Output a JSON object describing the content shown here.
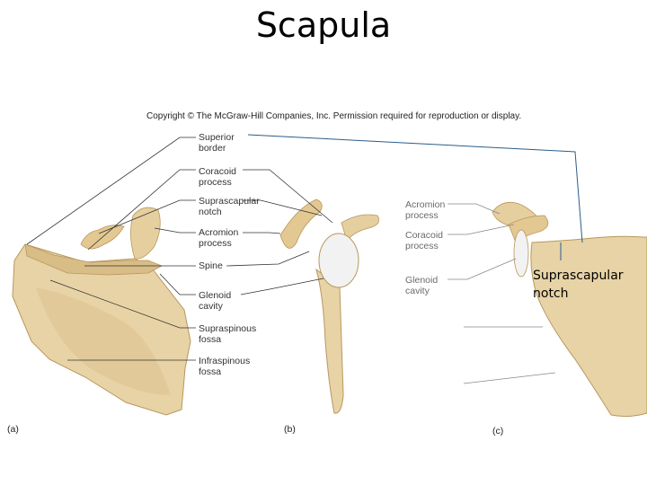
{
  "title": "Scapula",
  "copyright": "Copyright © The McGraw-Hill Companies, Inc. Permission required for reproduction or display.",
  "labels_center": [
    "Superior\nborder",
    "Coracoid\nprocess",
    "Suprascapular\nnotch",
    "Acromion\nprocess",
    "Spine",
    "Glenoid\ncavity",
    "Supraspinous\nfossa",
    "Infraspinous\nfossa"
  ],
  "labels_right": [
    "Acromion\nprocess",
    "Coracoid\nprocess",
    "Glenoid\ncavity"
  ],
  "panels": [
    "(a)",
    "(b)",
    "(c)"
  ],
  "annotation": "Suprascapular\nnotch",
  "colors": {
    "bone": "#e8d3a6",
    "bone_shadow": "#c9ab74",
    "leader": "#333333",
    "annotation_line": "#2b5c8a",
    "cartilage": "#f2f2f2"
  }
}
